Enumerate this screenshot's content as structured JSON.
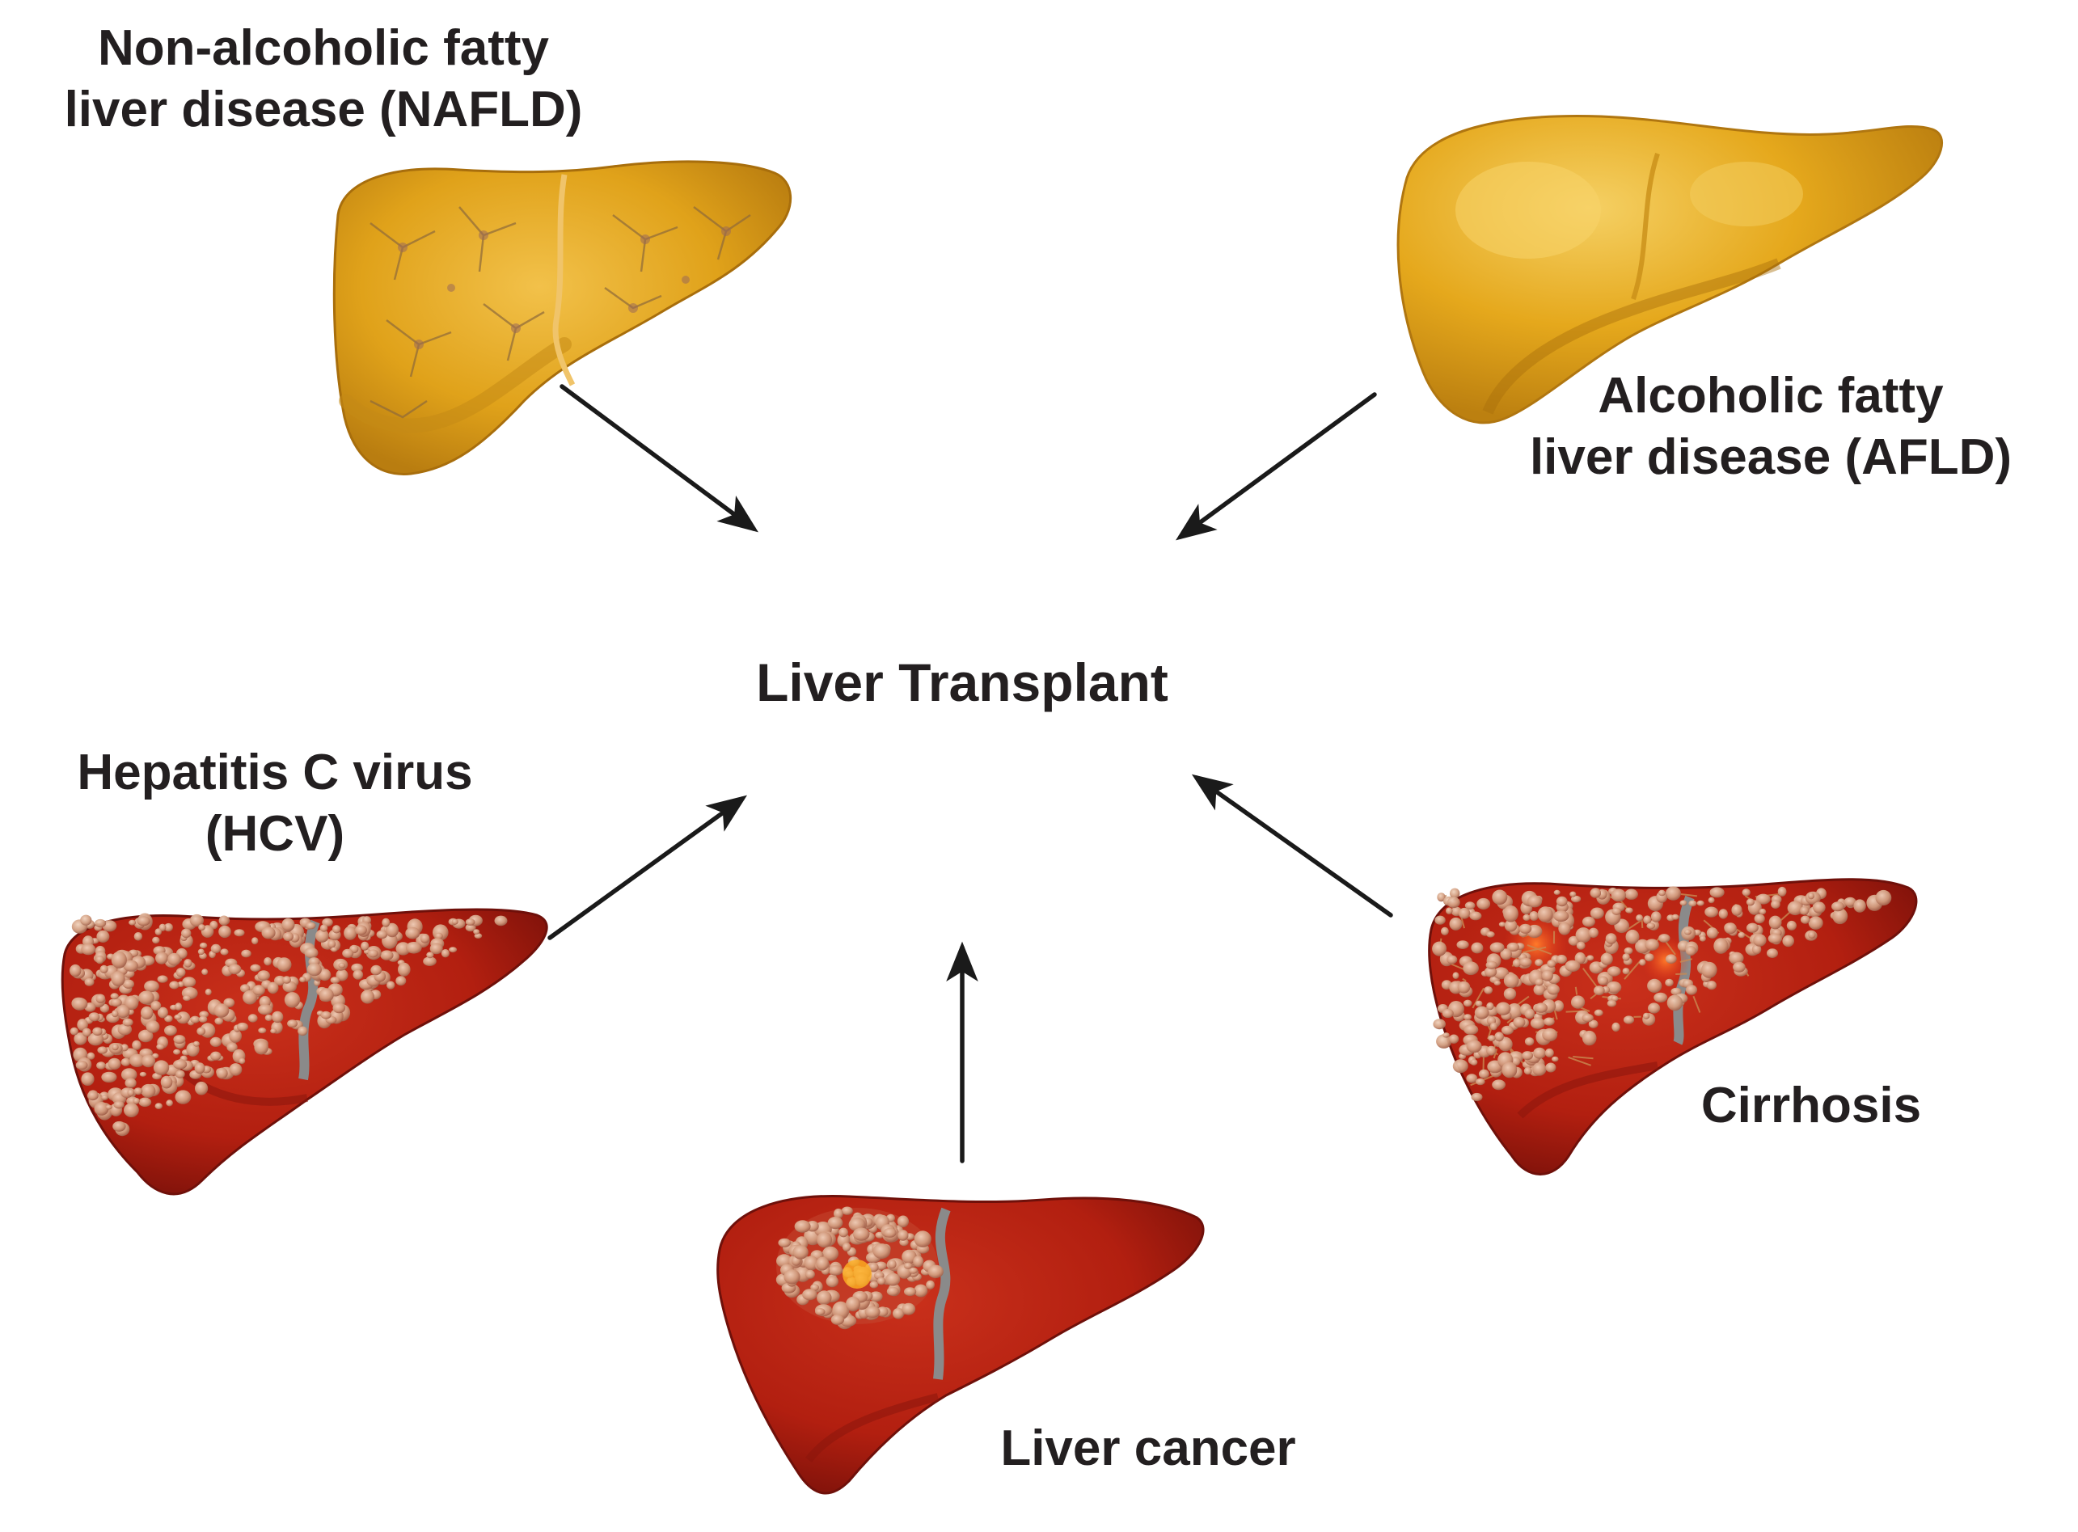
{
  "center": {
    "label": "Liver Transplant"
  },
  "causes": [
    {
      "id": "nafld",
      "lines": [
        "Non-alcoholic fatty",
        "liver disease (NAFLD)"
      ]
    },
    {
      "id": "afld",
      "lines": [
        "Alcoholic fatty",
        "liver disease (AFLD)"
      ]
    },
    {
      "id": "hcv",
      "lines": [
        "Hepatitis C virus",
        "(HCV)"
      ]
    },
    {
      "id": "cirrhosis",
      "lines": [
        "Cirrhosis"
      ]
    },
    {
      "id": "cancer",
      "lines": [
        "Liver cancer"
      ]
    }
  ],
  "colors": {
    "fatty_liver": "#E0A21A",
    "fatty_liver_dark": "#B97D10",
    "diseased_liver": "#B51F10",
    "diseased_liver_dark": "#7E120A",
    "nodule": "#D9A98C",
    "vein": "#8A8A8A",
    "arrow": "#1A1A1A",
    "text": "#231F20"
  }
}
